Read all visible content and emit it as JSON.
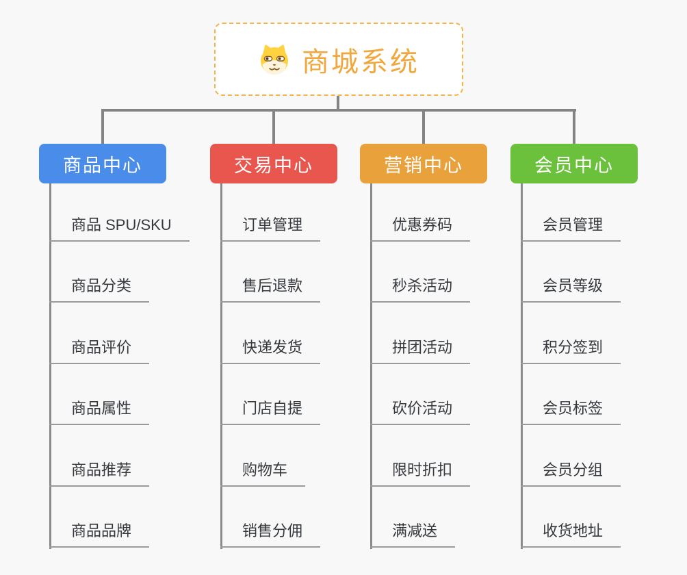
{
  "root": {
    "title": "商城系统",
    "icon": "dog-face-icon",
    "accent_color": "#f0a73e"
  },
  "connector_color": "#848484",
  "branches": [
    {
      "label": "商品中心",
      "color": "#4a8cea",
      "items": [
        "商品 SPU/SKU",
        "商品分类",
        "商品评价",
        "商品属性",
        "商品推荐",
        "商品品牌"
      ]
    },
    {
      "label": "交易中心",
      "color": "#e8564e",
      "items": [
        "订单管理",
        "售后退款",
        "快递发货",
        "门店自提",
        "购物车",
        "销售分佣"
      ]
    },
    {
      "label": "营销中心",
      "color": "#e9a23b",
      "items": [
        "优惠券码",
        "秒杀活动",
        "拼团活动",
        "砍价活动",
        "限时折扣",
        "满减送"
      ]
    },
    {
      "label": "会员中心",
      "color": "#6bc13b",
      "items": [
        "会员管理",
        "会员等级",
        "积分签到",
        "会员标签",
        "会员分组",
        "收货地址"
      ]
    }
  ]
}
